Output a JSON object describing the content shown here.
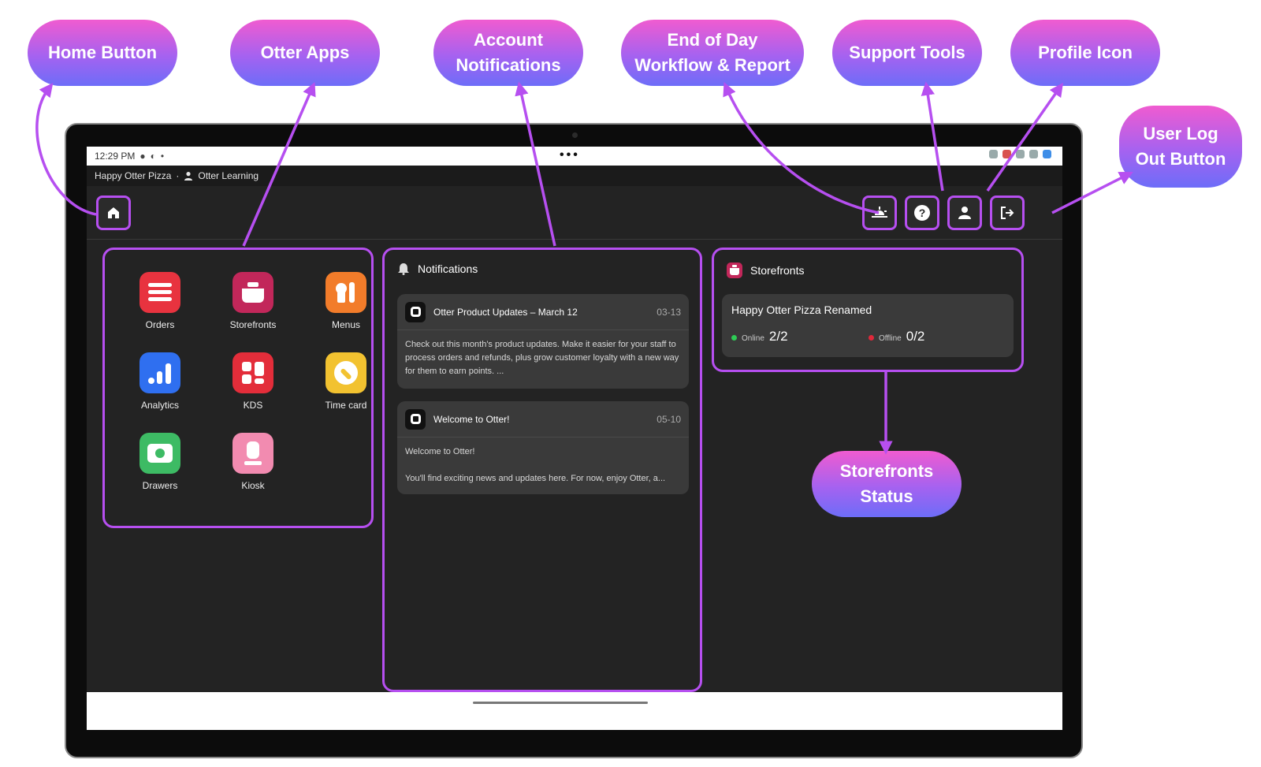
{
  "callouts": {
    "home": "Home Button",
    "apps": "Otter Apps",
    "notifications": "Account\nNotifications",
    "eod": "End of Day\nWorkflow & Report",
    "support": "Support Tools",
    "profile": "Profile Icon",
    "logout": "User Log\nOut Button",
    "storefronts": "Storefronts\nStatus"
  },
  "status_bar": {
    "time": "12:29 PM"
  },
  "account": {
    "store": "Happy Otter Pizza",
    "separator": "·",
    "user": "Otter Learning"
  },
  "toolbar": {
    "icons": [
      "home-icon",
      "sunset-icon",
      "help-icon",
      "profile-icon",
      "logout-icon"
    ]
  },
  "apps": [
    {
      "label": "Orders",
      "color": "#e8333f",
      "icon": "orders-icon"
    },
    {
      "label": "Storefronts",
      "color": "#c2275a",
      "icon": "storefronts-icon"
    },
    {
      "label": "Menus",
      "color": "#f27c2a",
      "icon": "menus-icon"
    },
    {
      "label": "Analytics",
      "color": "#2f6ff0",
      "icon": "analytics-icon"
    },
    {
      "label": "KDS",
      "color": "#e32d3a",
      "icon": "kds-icon"
    },
    {
      "label": "Time card",
      "color": "#f2c230",
      "icon": "time-card-icon"
    },
    {
      "label": "Drawers",
      "color": "#3dbb64",
      "icon": "drawers-icon"
    },
    {
      "label": "Kiosk",
      "color": "#f28bb0",
      "icon": "kiosk-icon"
    }
  ],
  "notifications": {
    "title": "Notifications",
    "items": [
      {
        "title": "Otter Product Updates – March 12",
        "date": "03-13",
        "body": "Check out this month's product updates. Make it easier for your staff to process orders and refunds, plus grow customer loyalty with a new way for them to earn points. ..."
      },
      {
        "title": "Welcome to Otter!",
        "date": "05-10",
        "body_line1": "Welcome to Otter!",
        "body_line2": "You'll find exciting news and updates here. For now, enjoy Otter, a..."
      }
    ]
  },
  "storefronts": {
    "title": "Storefronts",
    "store_name": "Happy Otter Pizza Renamed",
    "online_label": "Online",
    "online_value": "2/2",
    "offline_label": "Offline",
    "offline_value": "0/2",
    "online_color": "#2ecc55",
    "offline_color": "#e0283a"
  },
  "accent_color": "#b64ff0"
}
